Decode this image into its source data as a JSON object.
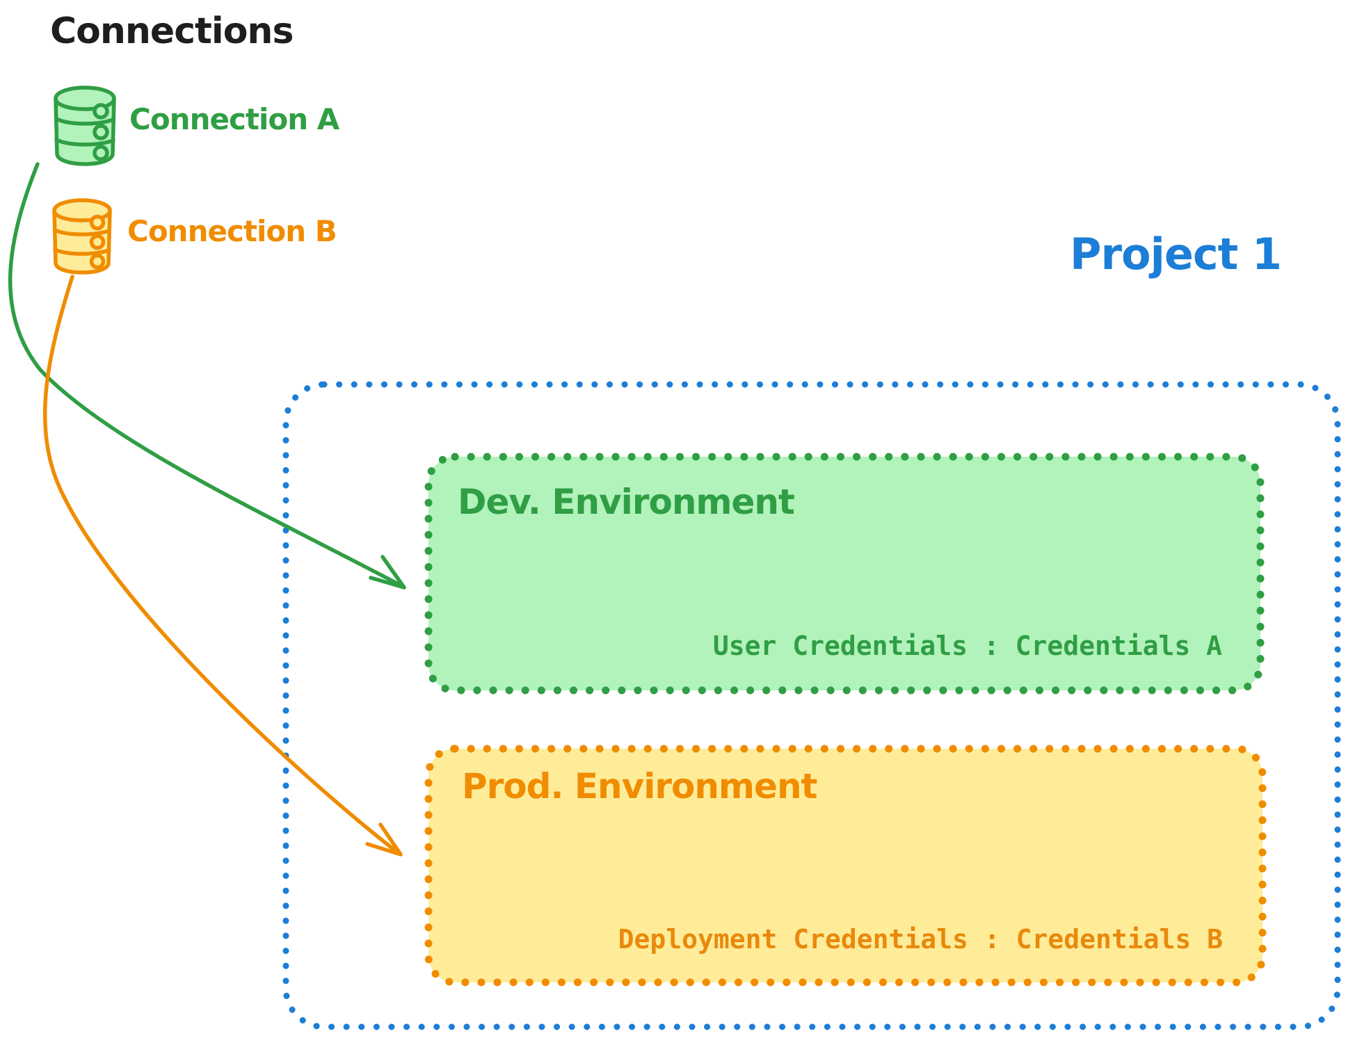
{
  "diagram": {
    "title": "Connections"
  },
  "connections": {
    "title": "Connections",
    "items": [
      {
        "id": "connection-a",
        "label": "Connection A",
        "icon": "database-icon",
        "color": "green"
      },
      {
        "id": "connection-b",
        "label": "Connection B",
        "icon": "database-icon",
        "color": "orange"
      }
    ]
  },
  "project": {
    "title": "Project 1",
    "environments": [
      {
        "id": "dev-environment",
        "name": "Dev. Environment",
        "credentials": "User Credentials : Credentials A",
        "color": "green"
      },
      {
        "id": "prod-environment",
        "name": "Prod. Environment",
        "credentials": "Deployment Credentials : Credentials B",
        "color": "orange"
      }
    ]
  },
  "arrows": [
    {
      "from": "connection-a",
      "to": "dev-environment",
      "color": "green"
    },
    {
      "from": "connection-b",
      "to": "prod-environment",
      "color": "orange"
    }
  ],
  "colors": {
    "black": "#1e1e1e",
    "green": "#2f9e44",
    "green_fill": "#b2f2bb",
    "orange": "#f08c00",
    "orange_text": "#e8890c",
    "orange_fill": "#ffec99",
    "blue": "#1c7ed6",
    "background": "#ffffff"
  }
}
